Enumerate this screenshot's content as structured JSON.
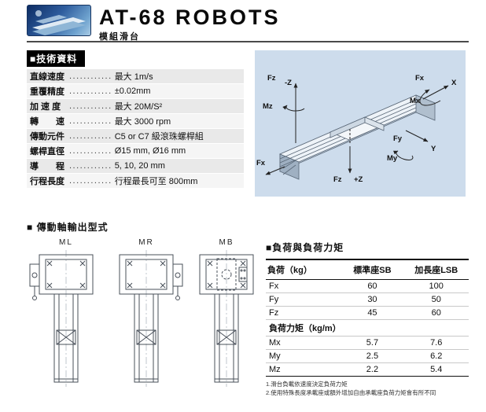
{
  "header": {
    "title": "AT-68 ROBOTS",
    "subtitle": "模組滑台"
  },
  "tech_specs": {
    "section_title": "■技術資料",
    "rows": [
      {
        "label": "直線速度",
        "dots": "............",
        "value": "最大 1m/s"
      },
      {
        "label": "重覆精度",
        "dots": "............",
        "value": "±0.02mm"
      },
      {
        "label": "加 速 度",
        "dots": "............",
        "value": "最大 20M/S²"
      },
      {
        "label": "轉　　速",
        "dots": "............",
        "value": "最大 3000 rpm"
      },
      {
        "label": "傳動元件",
        "dots": "............",
        "value": "C5 or C7 級滾珠螺桿組"
      },
      {
        "label": "螺桿直徑",
        "dots": "............",
        "value": "Ø15 mm, Ø16 mm"
      },
      {
        "label": "導　　程",
        "dots": "............",
        "value": "5, 10, 20 mm"
      },
      {
        "label": "行程長度",
        "dots": "............",
        "value": "行程最長可至 800mm"
      }
    ]
  },
  "diagram": {
    "labels": {
      "fz_top": "Fz",
      "neg_z": "-Z",
      "mz": "Mz",
      "fx_top": "Fx",
      "x": "X",
      "mx": "Mx",
      "fy": "Fy",
      "y": "Y",
      "my": "My",
      "fx_bottom": "Fx",
      "fz_bottom": "Fz",
      "pos_z": "+Z"
    }
  },
  "drive_output": {
    "section_title": "■ 傳動軸輸出型式",
    "variants": [
      {
        "label": "ML"
      },
      {
        "label": "MR"
      },
      {
        "label": "MB"
      }
    ]
  },
  "load_table": {
    "section_title": "■負荷與負荷力矩",
    "col_headers": [
      "負荷（kg）",
      "標準座SB",
      "加長座LSB"
    ],
    "load_rows": [
      {
        "name": "Fx",
        "sb": "60",
        "lsb": "100"
      },
      {
        "name": "Fy",
        "sb": "30",
        "lsb": "50"
      },
      {
        "name": "Fz",
        "sb": "45",
        "lsb": "60"
      }
    ],
    "moment_header": "負荷力矩（kg/m）",
    "moment_rows": [
      {
        "name": "Mx",
        "sb": "5.7",
        "lsb": "7.6"
      },
      {
        "name": "My",
        "sb": "2.5",
        "lsb": "6.2"
      },
      {
        "name": "Mz",
        "sb": "2.2",
        "lsb": "5.4"
      }
    ],
    "notes": [
      "1.滑台負載依速度決定負荷力矩",
      "2.使用特殊長度承載座或額外增加自由承載座負荷力矩會有所不同"
    ]
  },
  "colors": {
    "diagram_bg": "#cddcec",
    "header_bar": "#000000"
  }
}
